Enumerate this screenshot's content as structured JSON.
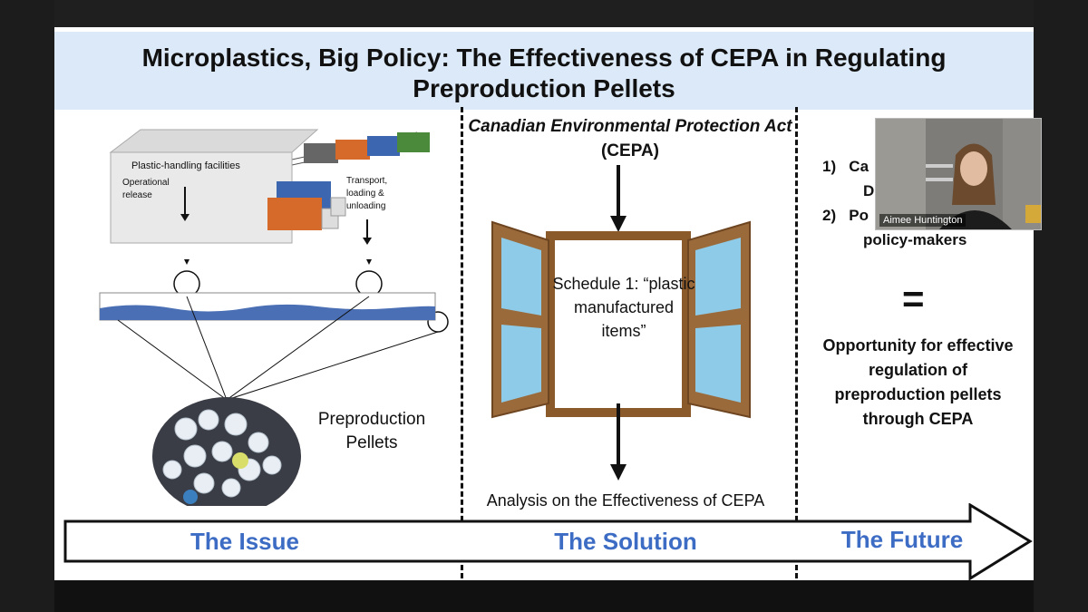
{
  "slide": {
    "title": "Microplastics, Big Policy: The Effectiveness of CEPA in Regulating Preproduction Pellets",
    "issue": {
      "facility_label": "Plastic-handling facilities",
      "operational_release": "Operational release",
      "transport_label": "Transport, loading & unloading",
      "pellets_label": "Preproduction Pellets",
      "section_label": "The Issue"
    },
    "solution": {
      "cepa_title_italic": "Canadian Environmental Protection Act",
      "cepa_title_suffix": " (CEPA)",
      "schedule_text": "Schedule 1: “plastic manufactured items”",
      "analysis_text": "Analysis on the Effectiveness of CEPA",
      "section_label": "The Solution"
    },
    "future": {
      "item1_num": "1)",
      "item1_text": "Ca",
      "item1_line2": "D",
      "item2_num": "2)",
      "item2_text": "Po",
      "item2_line2": "policy-makers",
      "equals": "=",
      "opportunity": "Opportunity for effective regulation of preproduction pellets through CEPA",
      "section_label": "The Future"
    }
  },
  "video": {
    "participant_name": "Aimee Huntington"
  },
  "colors": {
    "title_band": "#dce9f8",
    "section_label": "#3d6cc4",
    "water": "#4a6fb5"
  }
}
